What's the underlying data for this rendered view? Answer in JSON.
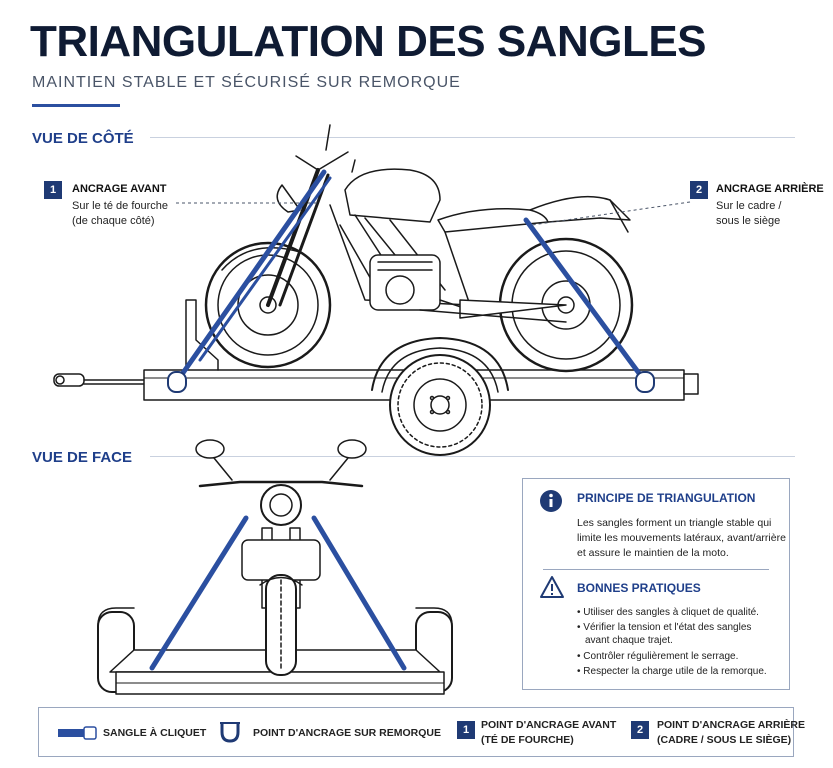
{
  "header": {
    "title": "TRIANGULATION DES SANGLES",
    "subtitle": "MAINTIEN STABLE ET SÉCURISÉ SUR REMORQUE"
  },
  "side_view": {
    "label": "VUE DE CÔTÉ",
    "front_anchor": {
      "number": "1",
      "title": "ANCRAGE AVANT",
      "line1": "Sur le té de fourche",
      "line2": "(de chaque côté)"
    },
    "rear_anchor": {
      "number": "2",
      "title": "ANCRAGE ARRIÈRE",
      "line1": "Sur le cadre /",
      "line2": "sous le siège"
    }
  },
  "front_view": {
    "label": "VUE DE FACE"
  },
  "info_panel": {
    "principle_title": "PRINCIPE DE TRIANGULATION",
    "principle_text_1": "Les sangles forment un triangle stable qui",
    "principle_text_2": "limite les mouvements latéraux, avant/arrière",
    "principle_text_3": "et assure le maintien de la moto.",
    "practices_title": "BONNES PRATIQUES",
    "practices": [
      "• Utiliser des sangles à cliquet de qualité.",
      "• Vérifier la tension et l'état des sangles",
      "avant chaque trajet.",
      "• Contrôler régulièrement le serrage.",
      "• Respecter la charge utile de la remorque."
    ]
  },
  "legend": {
    "strap": "SANGLE À CLIQUET",
    "anchor_point": "POINT D'ANCRAGE SUR REMORQUE",
    "front_num": "1",
    "front_line1": "POINT D'ANCRAGE AVANT",
    "front_line2": "(TÉ DE FOURCHE)",
    "rear_num": "2",
    "rear_line1": "POINT D'ANCRAGE ARRIÈRE",
    "rear_line2": "(CADRE / SOUS LE SIÈGE)"
  },
  "colors": {
    "navy": "#0f1b33",
    "strap_blue": "#2b4fa0",
    "badge": "#1f3a74",
    "line": "#1a1a1a"
  },
  "icons": [
    "info-icon",
    "warning-icon",
    "strap-icon",
    "anchor-ring-icon"
  ]
}
